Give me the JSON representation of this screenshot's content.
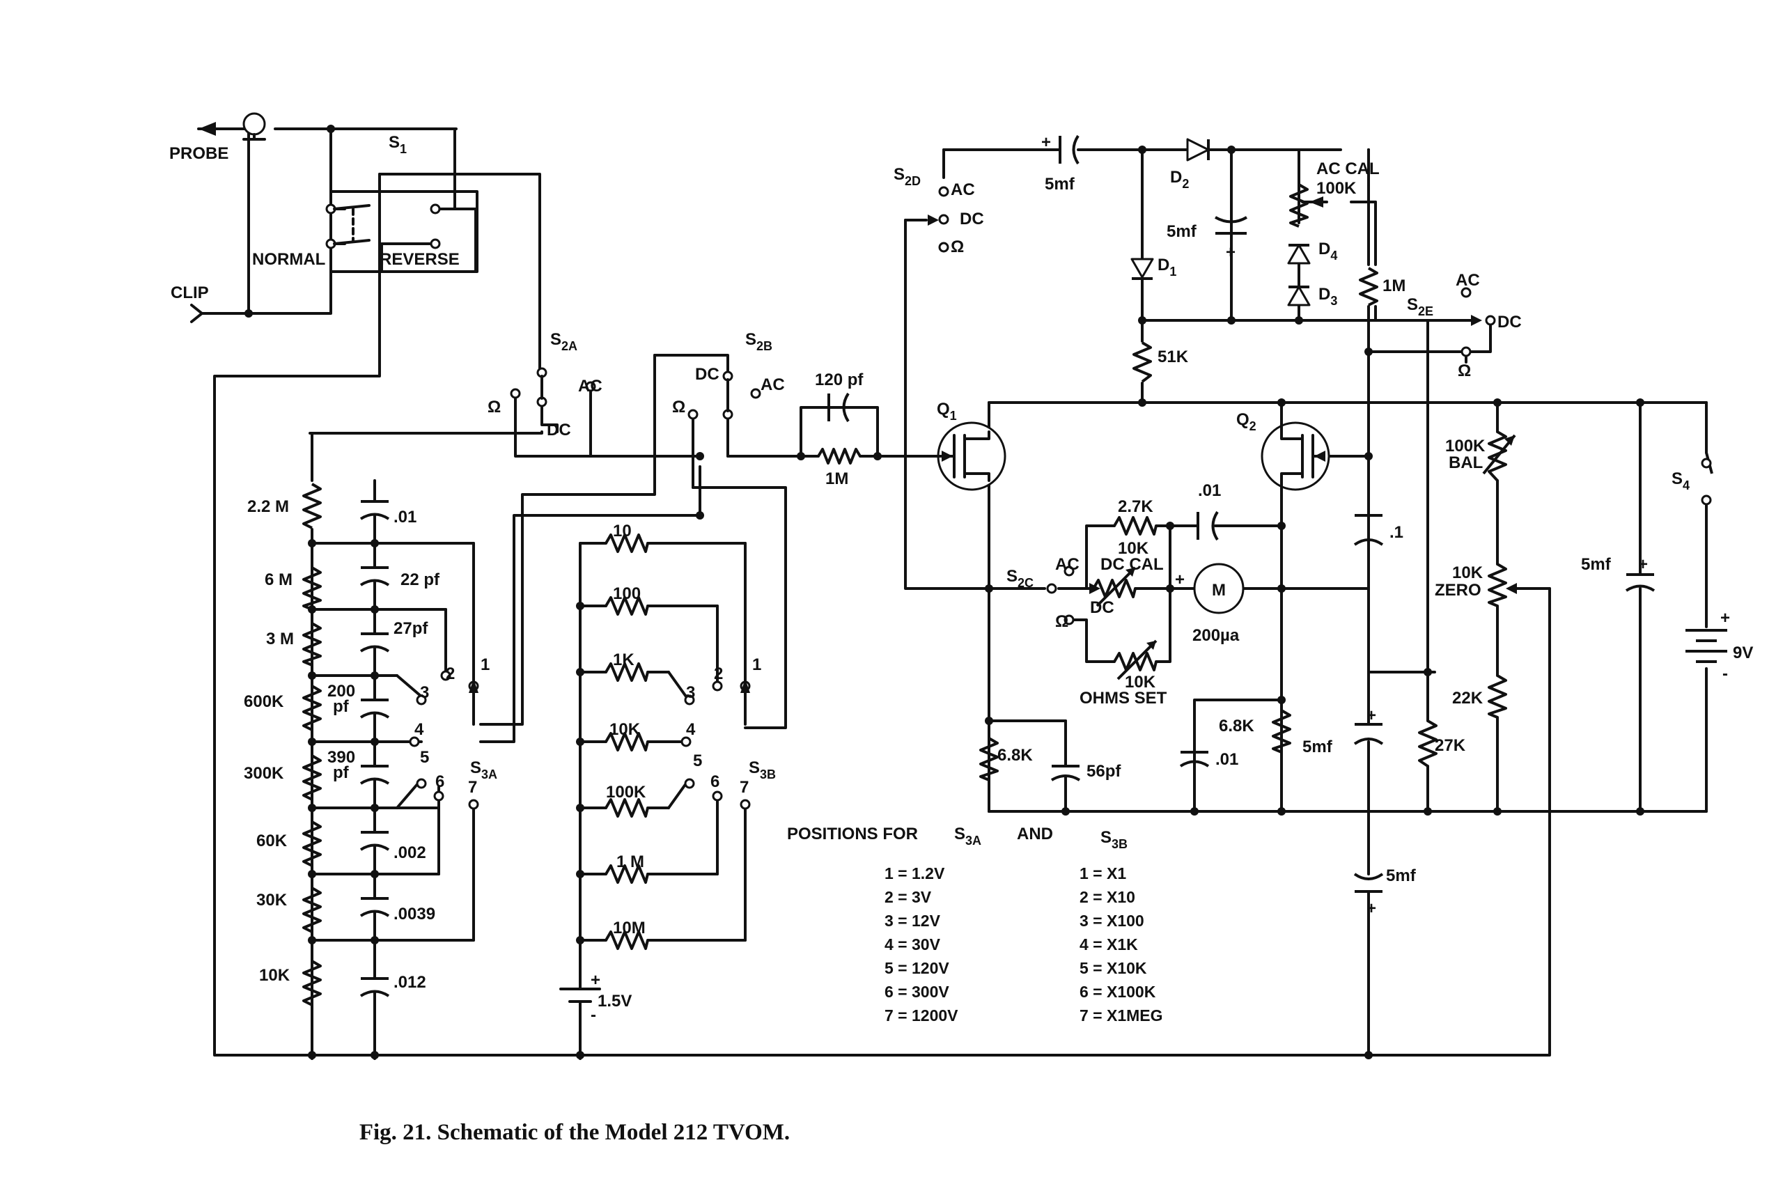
{
  "caption": "Fig. 21. Schematic of the Model 212 TVOM.",
  "terminals": {
    "probe": "PROBE",
    "clip": "CLIP"
  },
  "switches": {
    "s1": {
      "letter": "S",
      "sub": "1",
      "normal": "NORMAL",
      "reverse": "REVERSE"
    },
    "s2a": {
      "letter": "S",
      "sub": "2A",
      "ohm": "Ω",
      "ac": "AC",
      "dc": "DC"
    },
    "s2b": {
      "letter": "S",
      "sub": "2B",
      "ohm": "Ω",
      "ac": "AC",
      "dc": "DC"
    },
    "s2c": {
      "letter": "S",
      "sub": "2C",
      "ohm": "Ω",
      "ac": "AC",
      "dc": "DC"
    },
    "s2d": {
      "letter": "S",
      "sub": "2D",
      "ohm": "Ω",
      "ac": "AC",
      "dc": "DC"
    },
    "s2e": {
      "letter": "S",
      "sub": "2E",
      "ohm": "Ω",
      "ac": "AC",
      "dc": "DC"
    },
    "s3a": {
      "letter": "S",
      "sub": "3A"
    },
    "s3b": {
      "letter": "S",
      "sub": "3B"
    },
    "s4": {
      "letter": "S",
      "sub": "4"
    }
  },
  "switch_positions": [
    "1",
    "2",
    "3",
    "4",
    "5",
    "6",
    "7"
  ],
  "divider": {
    "resistors": [
      "2.2 M",
      "6 M",
      "3 M",
      "600K",
      "300K",
      "60K",
      "30K",
      "10K"
    ],
    "capacitors": [
      ".01",
      "22 pf",
      "27pf",
      "200",
      "pf",
      "390",
      "pf",
      ".002",
      ".0039",
      ".012"
    ]
  },
  "ohms_resistors": [
    "10",
    "100",
    "1K",
    "10K",
    "100K",
    "1 M",
    "10M"
  ],
  "battery_ohms": {
    "value": "1.5V",
    "plus": "+",
    "minus": "-"
  },
  "input_network": {
    "cap": "120 pf",
    "res": "1M"
  },
  "ac_section": {
    "c_series": "5mf",
    "c_filter": "5mf",
    "plus": "+",
    "d1": {
      "letter": "D",
      "sub": "1"
    },
    "d2": {
      "letter": "D",
      "sub": "2"
    },
    "d3": {
      "letter": "D",
      "sub": "3"
    },
    "d4": {
      "letter": "D",
      "sub": "4"
    },
    "ac_cal": "AC CAL",
    "ac_cal_value": "100K",
    "r_1m": "1M",
    "r_51k": "51K"
  },
  "bridge": {
    "q1": {
      "letter": "Q",
      "sub": "1"
    },
    "q2": {
      "letter": "Q",
      "sub": "2"
    },
    "r_27k": "2.7K",
    "c_01_top": ".01",
    "dc_cal_value": "10K",
    "dc_cal": "DC CAL",
    "meter": "M",
    "meter_rating": "200µa",
    "plus": "+",
    "ohms_set_value": "10K",
    "ohms_set": "OHMS SET",
    "r_68k_left": "6.8K",
    "c_56pf": "56pf",
    "r_68k_right": "6.8K",
    "c_01_bottom": ".01",
    "c_01_q2": ".1"
  },
  "power": {
    "bal_value": "100K",
    "bal": "BAL",
    "zero_value": "10K",
    "zero": "ZERO",
    "r_22k": "22K",
    "r_27k": "27K",
    "c_5mf_a": "5mf",
    "c_5mf_b": "5mf",
    "c_5mf_c": "5mf",
    "battery": "9V",
    "plus": "+",
    "minus": "-"
  },
  "positions_table": {
    "title": "POSITIONS FOR",
    "s3a": {
      "letter": "S",
      "sub": "3A"
    },
    "and": "AND",
    "s3b": {
      "letter": "S",
      "sub": "3B"
    },
    "s3a_items": [
      "1 = 1.2V",
      "2 = 3V",
      "3 = 12V",
      "4 = 30V",
      "5 = 120V",
      "6 = 300V",
      "7 = 1200V"
    ],
    "s3b_items": [
      "1 = X1",
      "2 = X10",
      "3 = X100",
      "4 = X1K",
      "5 = X10K",
      "6 = X100K",
      "7 = X1MEG"
    ]
  }
}
